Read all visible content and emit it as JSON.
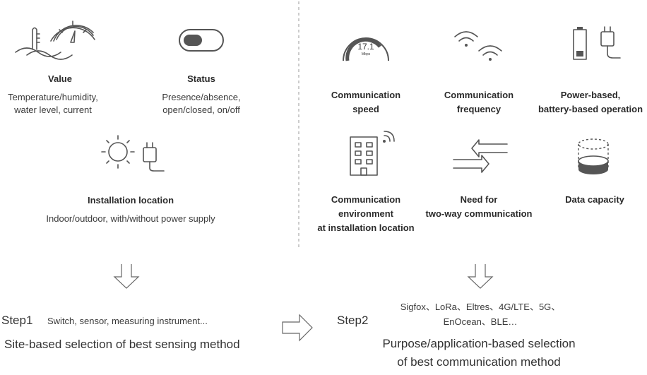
{
  "left": {
    "value": {
      "title": "Value",
      "desc": [
        "Temperature/humidity,",
        "water level, current"
      ]
    },
    "status": {
      "title": "Status",
      "desc": [
        "Presence/absence,",
        "open/closed, on/off"
      ]
    },
    "installation": {
      "title": "Installation location",
      "desc": "Indoor/outdoor, with/without power supply"
    }
  },
  "right": {
    "speed": {
      "title": [
        "Communication",
        "speed"
      ],
      "gauge_value": "17.1",
      "gauge_unit": "Mbps"
    },
    "frequency": {
      "title": [
        "Communication",
        "frequency"
      ]
    },
    "power": {
      "title": [
        "Power-based,",
        "battery-based operation"
      ]
    },
    "environment": {
      "title": [
        "Communication",
        "environment",
        "at installation location"
      ]
    },
    "two_way": {
      "title": [
        "Need for",
        "two-way communication"
      ]
    },
    "capacity": {
      "title": "Data capacity"
    }
  },
  "step1": {
    "label": "Step1",
    "sub": "Switch, sensor, measuring instrument...",
    "heading": "Site-based selection of best sensing method"
  },
  "step2": {
    "label": "Step2",
    "options": [
      "Sigfox、LoRa、Eltres、4G/LTE、5G、",
      "EnOcean、BLE…"
    ],
    "heading": [
      "Purpose/application-based selection",
      "of best communication method"
    ]
  },
  "colors": {
    "stroke": "#555555",
    "text": "#333333",
    "divider": "#aaaaaa"
  }
}
